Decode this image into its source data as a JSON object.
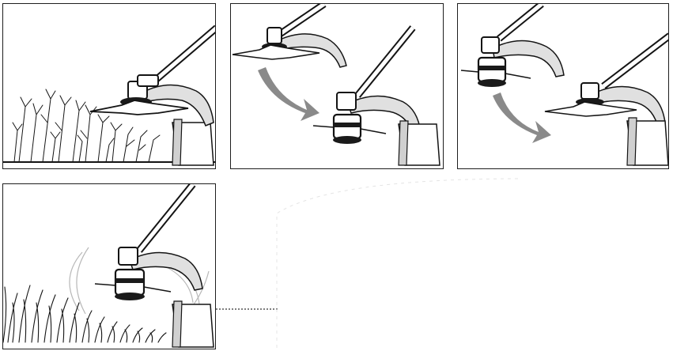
{
  "figure": {
    "panels": [
      {
        "id": "blade-cutting-brush",
        "tool_head": "metal-blade",
        "vegetation": "brush"
      },
      {
        "id": "blade-to-trimmer-change",
        "from": "metal-blade",
        "to": "line-trimmer-head",
        "arrow": "curved-down-right"
      },
      {
        "id": "trimmer-to-blade-change",
        "from": "line-trimmer-head",
        "to": "metal-blade",
        "arrow": "curved-down-right"
      },
      {
        "id": "trimmer-cutting-grass",
        "tool_head": "line-trimmer-head",
        "vegetation": "tall-grass"
      }
    ],
    "colors": {
      "ink": "#141414",
      "arrow": "#8a8a8a",
      "guard": "#e0e0e0"
    }
  }
}
